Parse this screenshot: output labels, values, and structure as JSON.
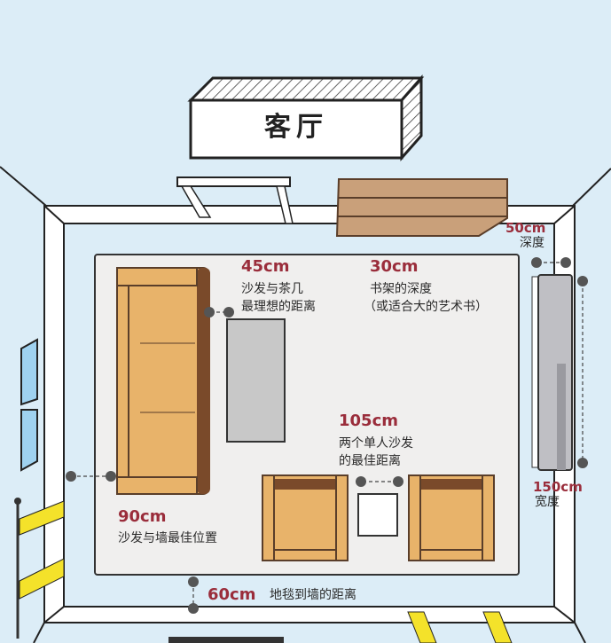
{
  "title": "客厅",
  "annotations": [
    {
      "measure": "45cm",
      "lines": [
        "沙发与茶几",
        "最理想的距离"
      ]
    },
    {
      "measure": "30cm",
      "lines": [
        "书架的深度",
        "（或适合大的艺术书）"
      ]
    },
    {
      "measure": "50cm",
      "lines": [
        "深度"
      ]
    },
    {
      "measure": "105cm",
      "lines": [
        "两个单人沙发",
        "的最佳距离"
      ]
    },
    {
      "measure": "150cm",
      "lines": [
        "宽度"
      ]
    },
    {
      "measure": "90cm",
      "lines": [
        "沙发与墙最佳位置"
      ]
    },
    {
      "measure": "60cm",
      "lines": [
        "地毯到墙的距离"
      ]
    }
  ],
  "colors": {
    "measure": "#9a2d3b",
    "wood": "#e8b36a",
    "wood_dark": "#7a4a2a",
    "background": "#dcedf7"
  }
}
